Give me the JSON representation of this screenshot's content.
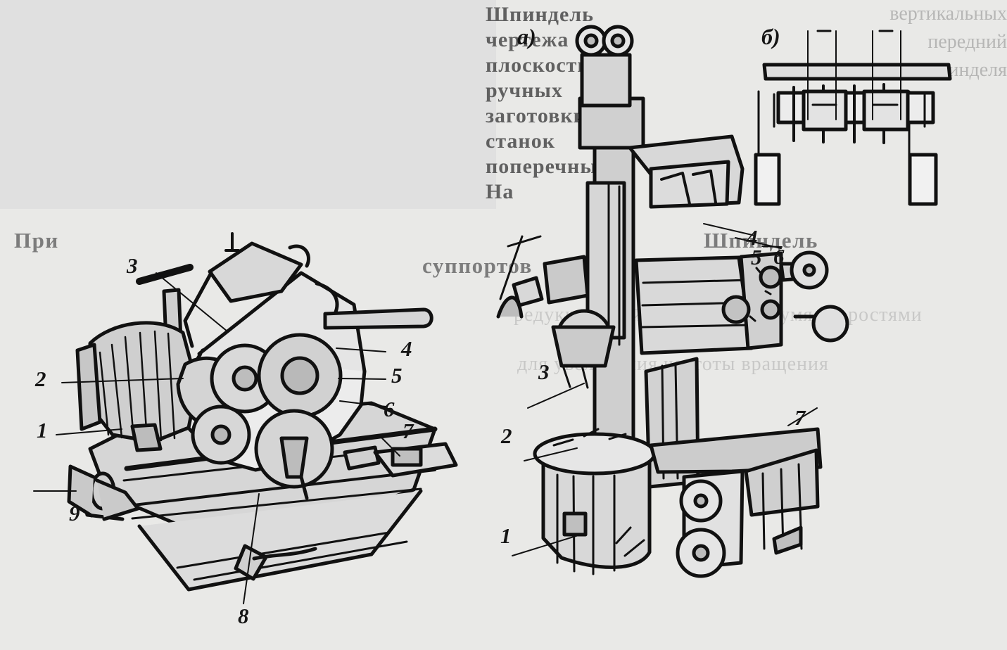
{
  "text_lines": [
    "Шпиндель",
    "чертежа",
    "плоскость",
    "ручных",
    "заготовки",
    "станок",
    "поперечных",
    "На",
    "вертикальных",
    "передний",
    "шпинделя",
    "При",
    "суппортов",
    "Шпиндель",
    "редукционной передачей с двумя скоростями",
    "для увеличения частоты вращения"
  ],
  "figure": {
    "caption_a": "а)",
    "caption_b": "б)",
    "left_labels": [
      "1",
      "2",
      "3",
      "4",
      "5",
      "6",
      "7",
      "8",
      "9"
    ],
    "right_labels": [
      "1",
      "2",
      "3",
      "4",
      "5",
      "6",
      "7"
    ]
  }
}
